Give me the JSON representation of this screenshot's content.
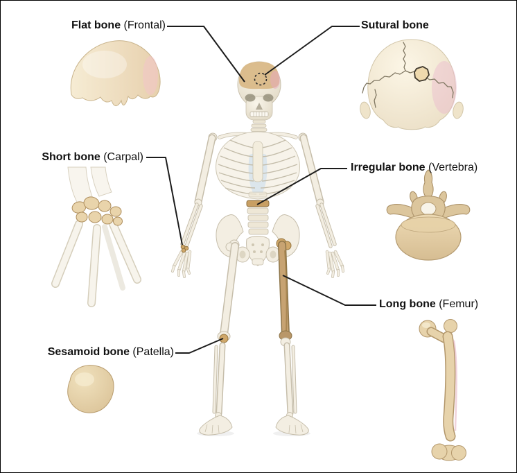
{
  "labels": {
    "flat": {
      "bold": "Flat bone",
      "paren": " (Frontal)"
    },
    "sutural": {
      "bold": "Sutural bone",
      "paren": ""
    },
    "short": {
      "bold": "Short bone",
      "paren": " (Carpal)"
    },
    "irregular": {
      "bold": "Irregular bone",
      "paren": " (Vertebra)"
    },
    "long": {
      "bold": "Long bone",
      "paren": " (Femur)"
    },
    "sesamoid": {
      "bold": "Sesamoid bone",
      "paren": " (Patella)"
    }
  },
  "illustrations": {
    "top_left": "frontal bone (flat bone example)",
    "top_right": "posterior skull with sutures and sutural bone",
    "middle_left": "wrist with highlighted carpal bones",
    "middle_right": "lumbar vertebra (irregular bone example)",
    "bottom_right": "femur (long bone example)",
    "bottom_left": "patella (sesamoid bone example)",
    "center": "human skeleton, anterior view, with highlighted bones"
  },
  "colors": {
    "background": "#ffffff",
    "border": "#000000",
    "text": "#111111",
    "leader_line": "#1c1c1c",
    "bone_cream": "#f3eee2",
    "bone_outline": "#c6beab",
    "highlight_tan": "#cfa76a",
    "example_bone_tan": "#e7d3ab",
    "cartilage_blue": "#cadded",
    "skull_pink_tint": "#eab6ce"
  }
}
